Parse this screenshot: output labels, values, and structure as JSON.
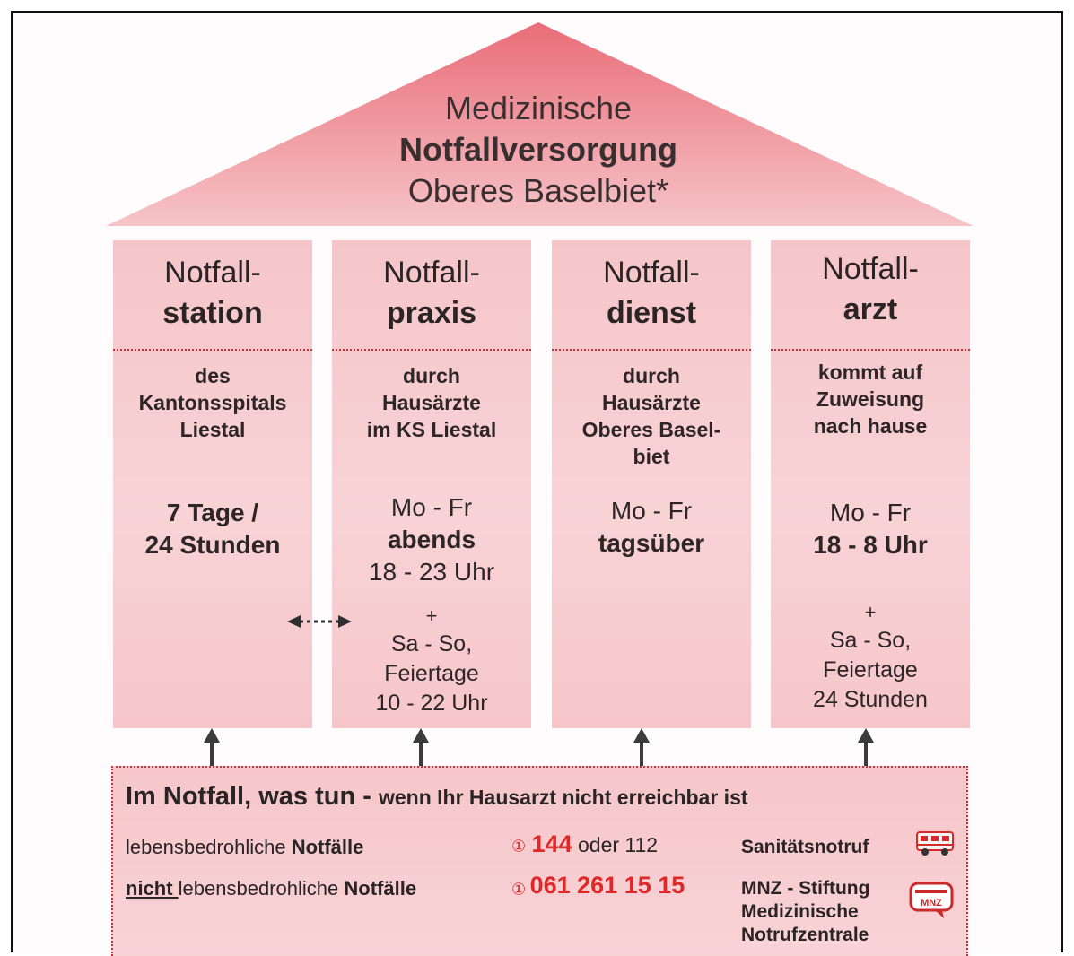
{
  "roof": {
    "line1": "Medizinische",
    "line2": "Notfallversorgung",
    "line3": "Oberes Baselbiet*"
  },
  "columns": [
    {
      "head1": "Notfall-",
      "head2": "station",
      "sub": [
        "des",
        "Kantonsspitals",
        "Liestal"
      ],
      "sched": [
        "7 Tage /",
        "24 Stunden"
      ]
    },
    {
      "head1": "Notfall-",
      "head2": "praxis",
      "sub": [
        "durch",
        "Hausärzte",
        "im KS Liestal"
      ],
      "sched": [
        "Mo - Fr",
        "abends",
        "18 - 23 Uhr"
      ],
      "plus": "+",
      "extra": [
        "Sa - So,",
        "Feiertage",
        "10 - 22 Uhr"
      ]
    },
    {
      "head1": "Notfall-",
      "head2": "dienst",
      "sub": [
        "durch",
        "Hausärzte",
        "Oberes Basel-",
        "biet"
      ],
      "sched": [
        "Mo - Fr",
        "tagsüber"
      ]
    },
    {
      "head1": "Notfall-",
      "head2": "arzt",
      "sub": [
        "kommt auf",
        "Zuweisung",
        "nach hause"
      ],
      "sched": [
        "Mo - Fr",
        "18 - 8 Uhr"
      ],
      "plus": "+",
      "extra": [
        "Sa - So,",
        "Feiertage",
        "24 Stunden"
      ]
    }
  ],
  "bottom": {
    "title_bold": "Im Notfall,",
    "title_rest": " was tun  - ",
    "title_small": "wenn Ihr Hausarzt nicht erreichbar ist",
    "rows": [
      {
        "label_pre": "",
        "label_underline": "",
        "label_main": "lebensbedrohliche ",
        "label_bold": "Notfälle",
        "phone_symbol": "①",
        "phone_number": "144",
        "phone_rest": " oder 112",
        "org": [
          "Sanitätsnotruf"
        ],
        "icon": "ambulance-icon"
      },
      {
        "label_underline": "nicht ",
        "label_main": "lebensbedrohliche ",
        "label_bold": "Notfälle",
        "phone_symbol": "①",
        "phone_number": "061 261 15 15",
        "phone_rest": "",
        "org": [
          "MNZ - Stiftung",
          "Medizinische",
          "Notrufzentrale"
        ],
        "icon": "mnz-logo-icon",
        "logo_text": "MNZ"
      }
    ]
  },
  "colors": {
    "roof": "#ee8790",
    "column": "#f7ccd0",
    "accent_red": "#e02828",
    "arrow": "#3b3b3b"
  }
}
